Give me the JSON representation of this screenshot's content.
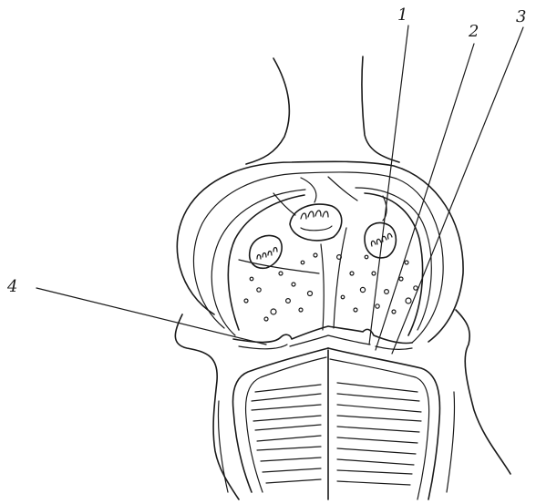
{
  "labels": {
    "one": "1",
    "two": "2",
    "three": "3",
    "four": "4"
  },
  "colors": {
    "ink": "#1a1a1a",
    "background": "#ffffff"
  }
}
